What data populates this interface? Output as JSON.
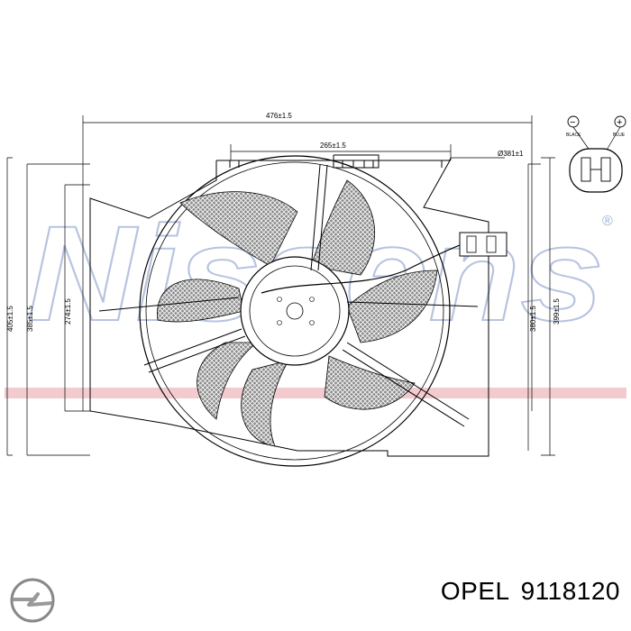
{
  "watermark": {
    "text": "Nissens",
    "reg_mark": "®"
  },
  "dimensions": {
    "total_width": "476±1.5",
    "mount_width": "265±1.5",
    "fan_diameter": "Ø381±1",
    "total_height": "405±1.5",
    "left_height": "385±1.5",
    "inner_height": "274±1.5",
    "right_height": "380±1.5",
    "right_outer_height": "399±1.5"
  },
  "connector": {
    "minus_symbol": "−",
    "plus_symbol": "+",
    "minus_label": "BLACK",
    "plus_label": "BLUE"
  },
  "caption": {
    "brand": "OPEL",
    "part_number": "9118120"
  },
  "colors": {
    "watermark_blue": "#9fb0d6",
    "watermark_red": "#e8a0a6",
    "line": "#000000"
  }
}
